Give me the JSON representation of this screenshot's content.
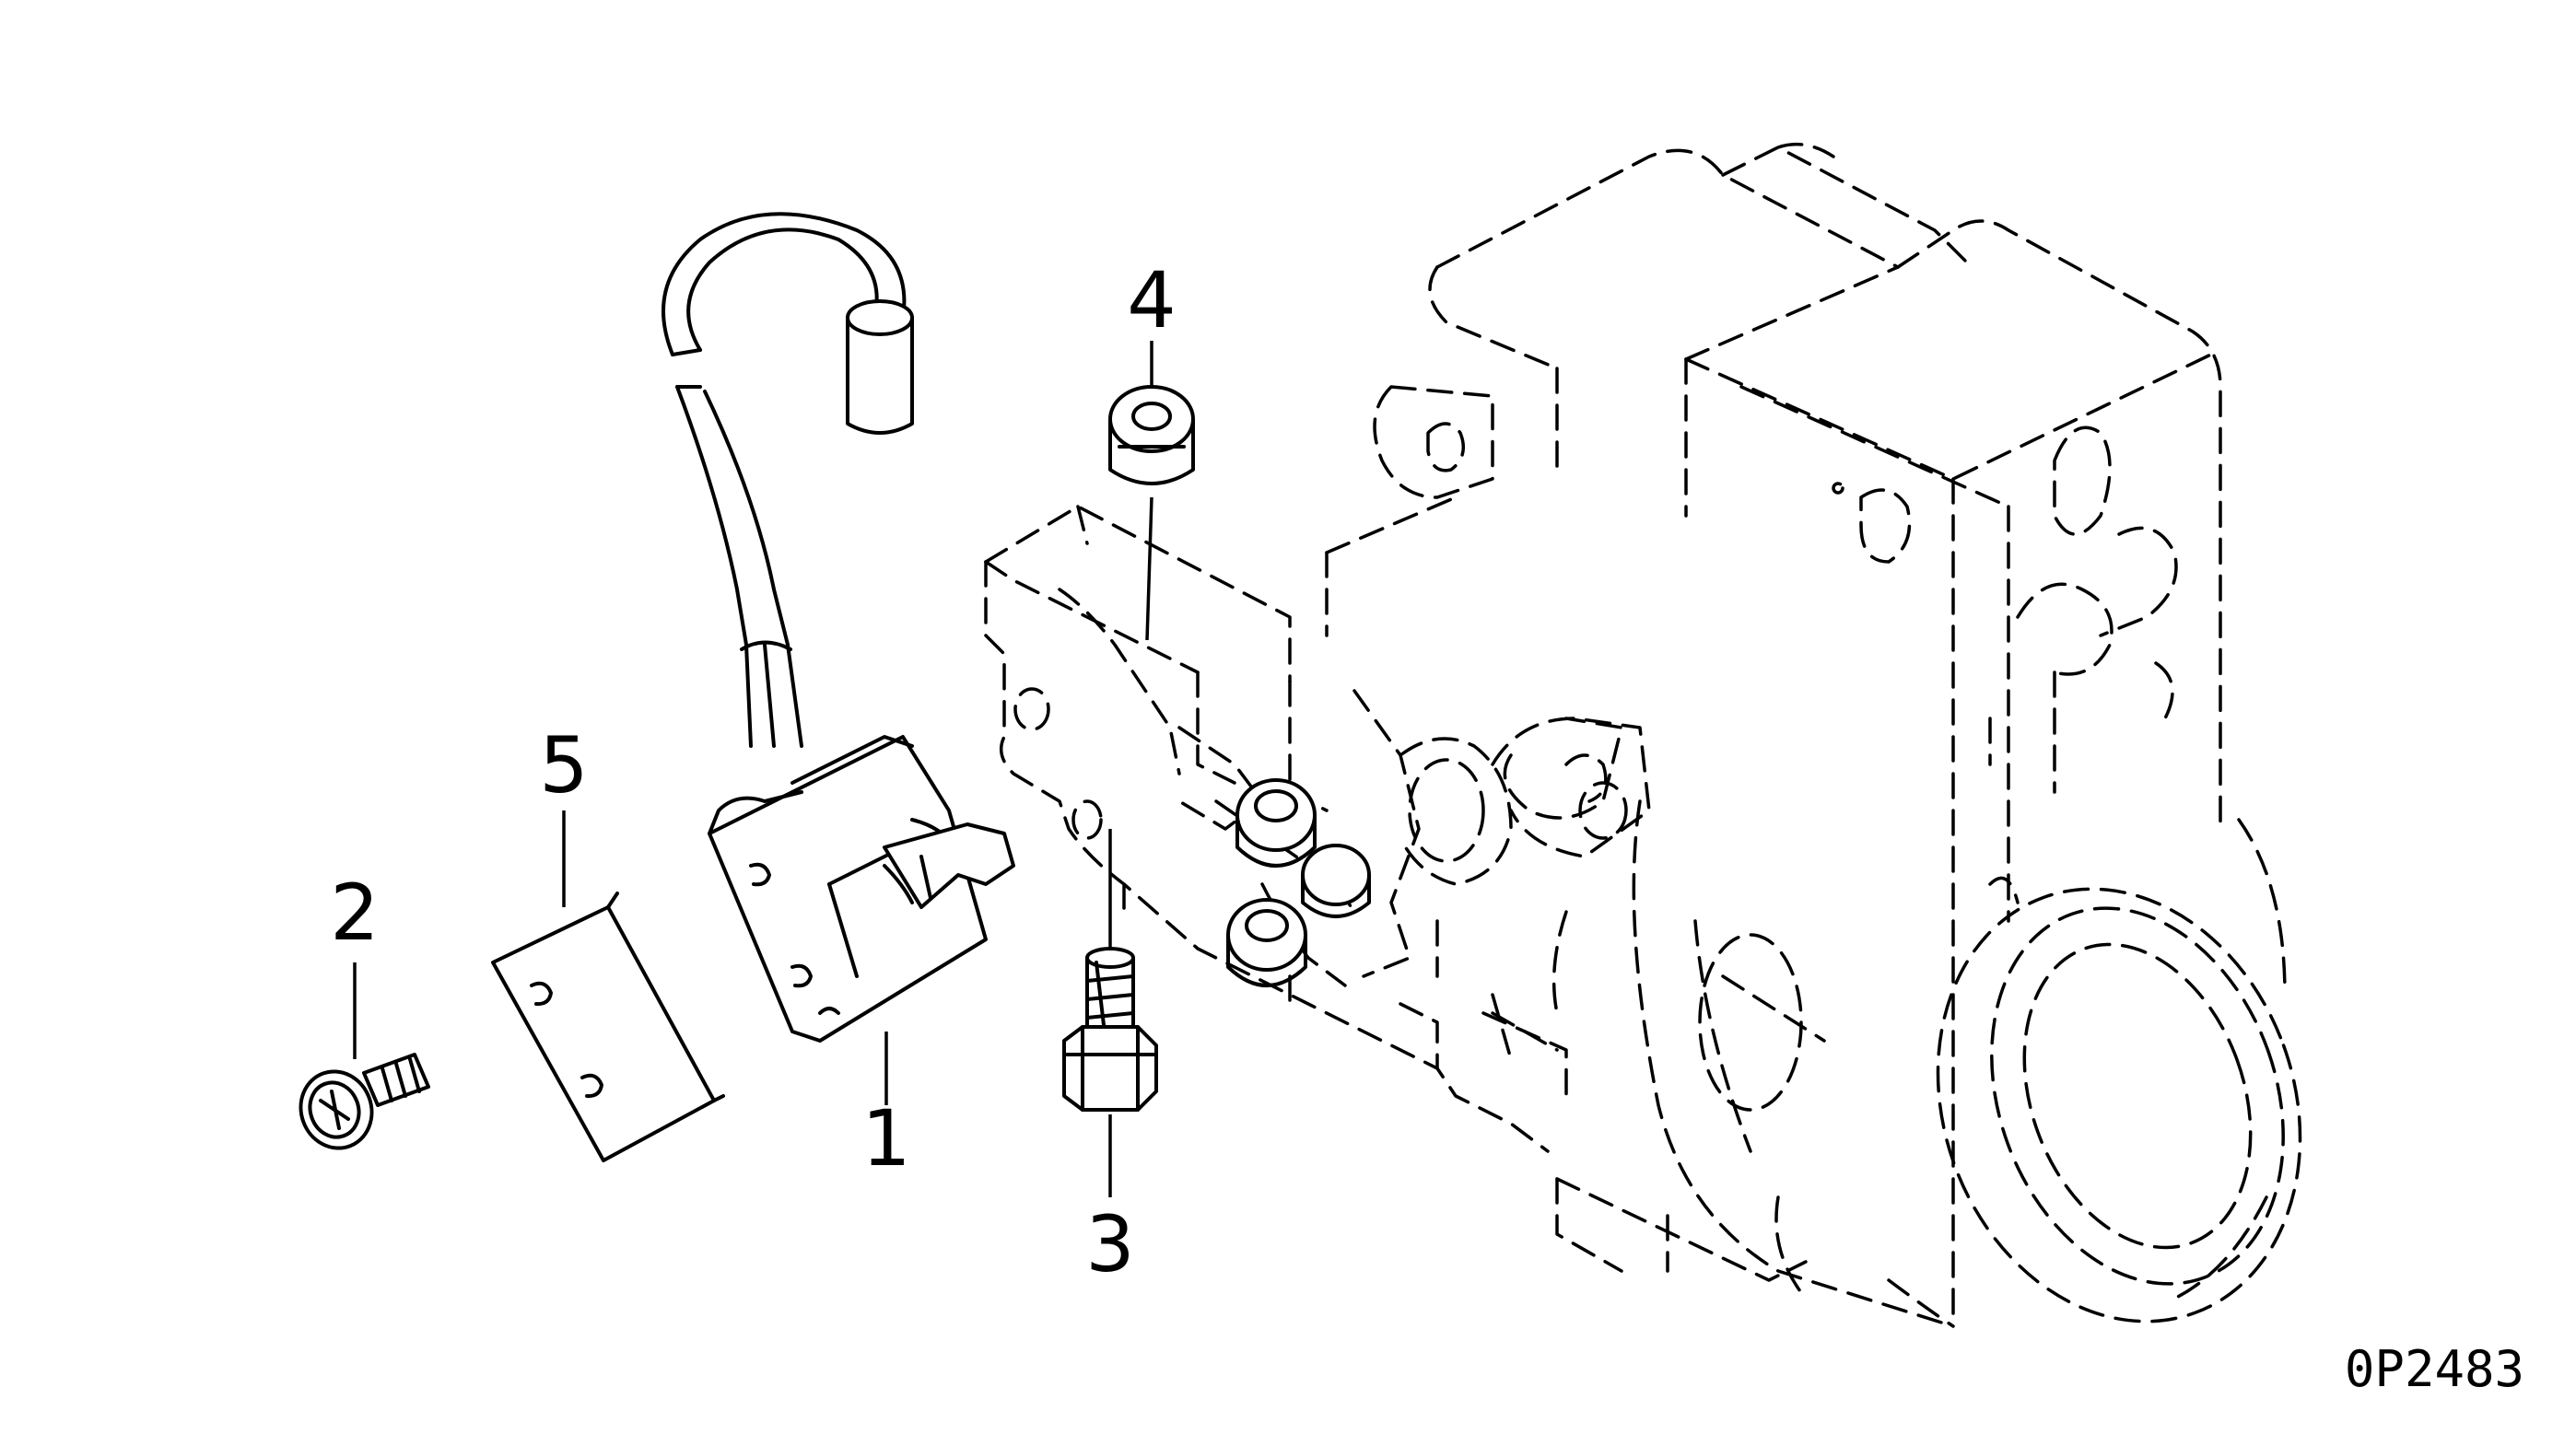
{
  "diagram": {
    "callouts": {
      "part_1": "1",
      "part_2": "2",
      "part_3": "3",
      "part_4": "4",
      "part_5": "5"
    },
    "drawing_code": "0P2483",
    "line_color": "#000000",
    "background_color": "#ffffff"
  }
}
